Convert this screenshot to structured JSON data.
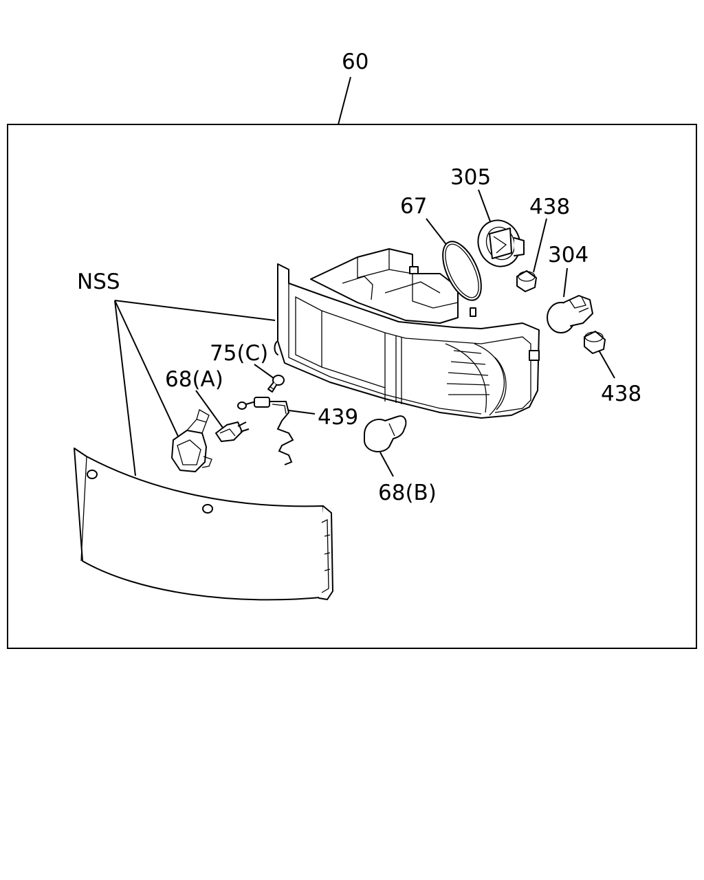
{
  "callouts": {
    "assembly": "60",
    "nss": "NSS",
    "bulb_holder_ring": "305",
    "gasket": "67",
    "cap_upper": "438",
    "socket": "304",
    "cap_lower": "438",
    "screw": "75(C)",
    "bulb_a": "68(A)",
    "harness": "439",
    "bulb_b": "68(B)"
  }
}
